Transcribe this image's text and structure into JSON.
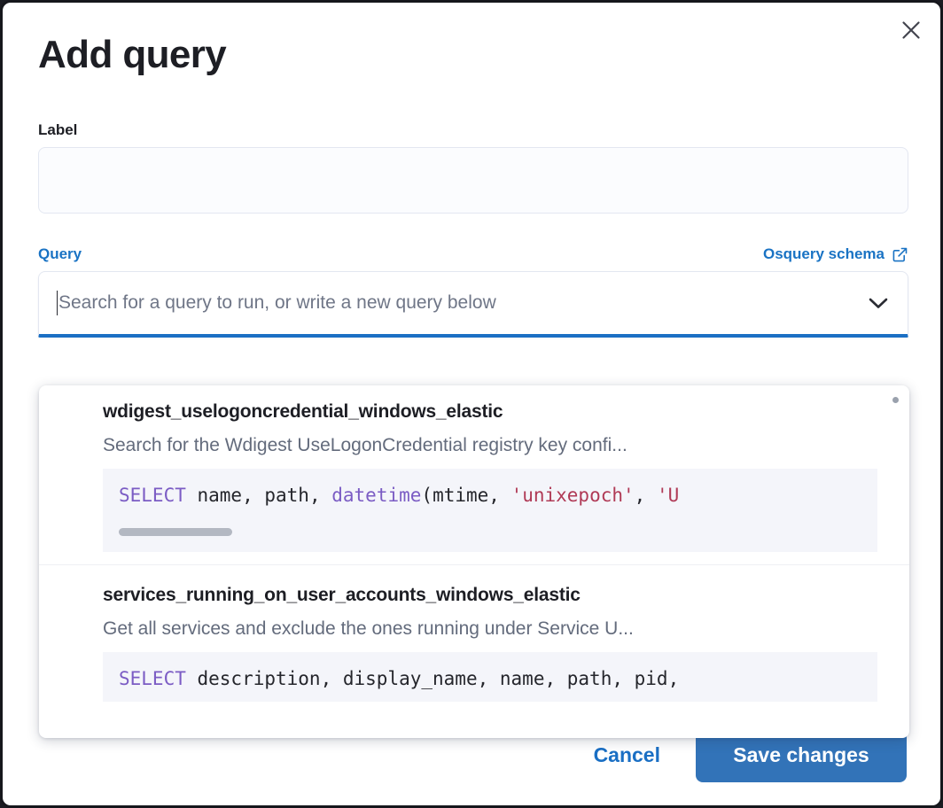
{
  "modal": {
    "title": "Add query",
    "close_icon": "close-icon"
  },
  "label_field": {
    "label": "Label",
    "value": "",
    "placeholder": ""
  },
  "query_field": {
    "label": "Query",
    "schema_link": {
      "text": "Osquery schema",
      "icon": "external-link-icon"
    },
    "combobox": {
      "value": "",
      "placeholder": "Search for a query to run, or write a new query below",
      "chevron_icon": "chevron-down-icon"
    }
  },
  "dropdown": {
    "items": [
      {
        "title": "wdigest_uselogoncredential_windows_elastic",
        "description": "Search for the Wdigest UseLogonCredential registry key confi...",
        "code_tokens": [
          {
            "t": "SELECT",
            "c": "kw"
          },
          {
            "t": " name",
            "c": "id"
          },
          {
            "t": ", ",
            "c": "id"
          },
          {
            "t": "path",
            "c": "id"
          },
          {
            "t": ", ",
            "c": "id"
          },
          {
            "t": "datetime",
            "c": "fn"
          },
          {
            "t": "(",
            "c": "id"
          },
          {
            "t": "mtime",
            "c": "id"
          },
          {
            "t": ", ",
            "c": "id"
          },
          {
            "t": "'unixepoch'",
            "c": "str"
          },
          {
            "t": ", ",
            "c": "id"
          },
          {
            "t": "'U",
            "c": "str"
          }
        ],
        "has_scrollbar": true
      },
      {
        "title": "services_running_on_user_accounts_windows_elastic",
        "description": "Get all services and exclude the ones running under Service U...",
        "code_tokens": [
          {
            "t": "SELECT",
            "c": "kw"
          },
          {
            "t": " description",
            "c": "id"
          },
          {
            "t": ", ",
            "c": "id"
          },
          {
            "t": "display_name",
            "c": "id"
          },
          {
            "t": ", ",
            "c": "id"
          },
          {
            "t": "name",
            "c": "id"
          },
          {
            "t": ", ",
            "c": "id"
          },
          {
            "t": "path",
            "c": "id"
          },
          {
            "t": ", ",
            "c": "id"
          },
          {
            "t": "pid",
            "c": "id"
          },
          {
            "t": ",",
            "c": "id"
          }
        ],
        "has_scrollbar": false
      }
    ]
  },
  "footer": {
    "cancel_label": "Cancel",
    "save_label": "Save changes"
  },
  "colors": {
    "accent_blue": "#1a6fc4",
    "save_button": "#3273b8",
    "text_dark": "#1d1e24",
    "text_muted": "#636b7c",
    "code_bg": "#f4f5fa",
    "keyword_purple": "#7b5cc4",
    "string_red": "#b03a56"
  }
}
